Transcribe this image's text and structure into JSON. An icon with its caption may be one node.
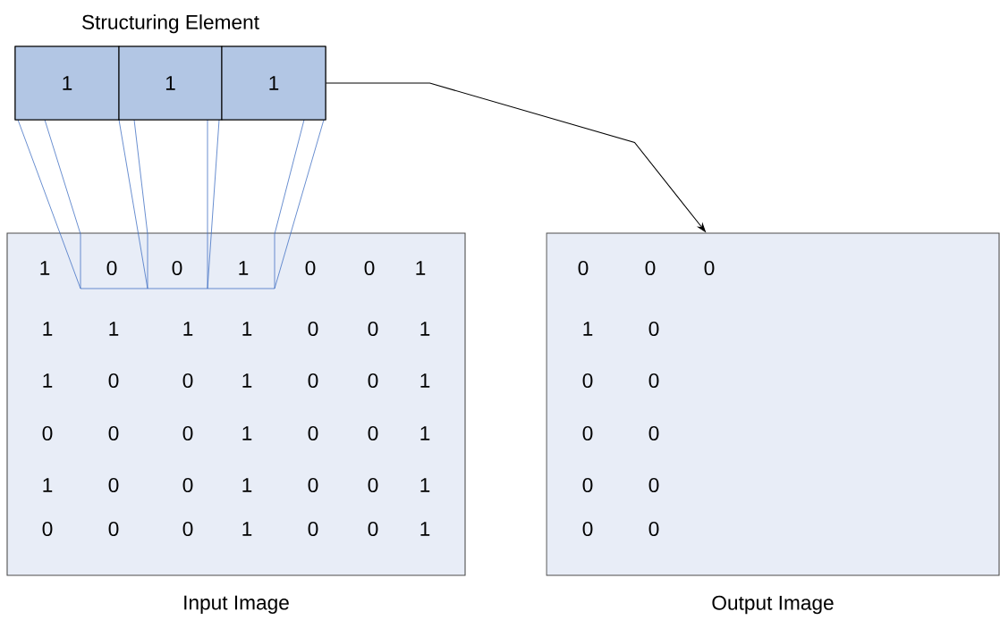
{
  "diagram": {
    "nodes": [
      {
        "text": [
          "Structuring Element"
        ]
      },
      {
        "text": [
          "1"
        ],
        "in": 0
      },
      {
        "text": [
          "1"
        ],
        "in": 0
      },
      {
        "text": [
          "1"
        ],
        "in": 0
      },
      {
        "text": [
          "Input Image"
        ]
      },
      {
        "text": [
          "Output Image"
        ]
      }
    ],
    "edges": [
      {
        "from": 0,
        "to": 5,
        "arrow": "to"
      }
    ],
    "labels": [
      "1",
      "0",
      "0",
      "1",
      "0",
      "0",
      "1",
      "1",
      "1",
      "1",
      "1",
      "0",
      "0",
      "1",
      "1",
      "0",
      "0",
      "1",
      "0",
      "0",
      "1",
      "0",
      "0",
      "0",
      "1",
      "0",
      "0",
      "1",
      "1",
      "0",
      "0",
      "1",
      "0",
      "0",
      "1",
      "0",
      "0",
      "0",
      "1",
      "0",
      "0",
      "1",
      "0",
      "0",
      "0",
      "1",
      "0",
      "0",
      "0",
      "0",
      "0",
      "0",
      "0",
      "0",
      "0"
    ]
  }
}
